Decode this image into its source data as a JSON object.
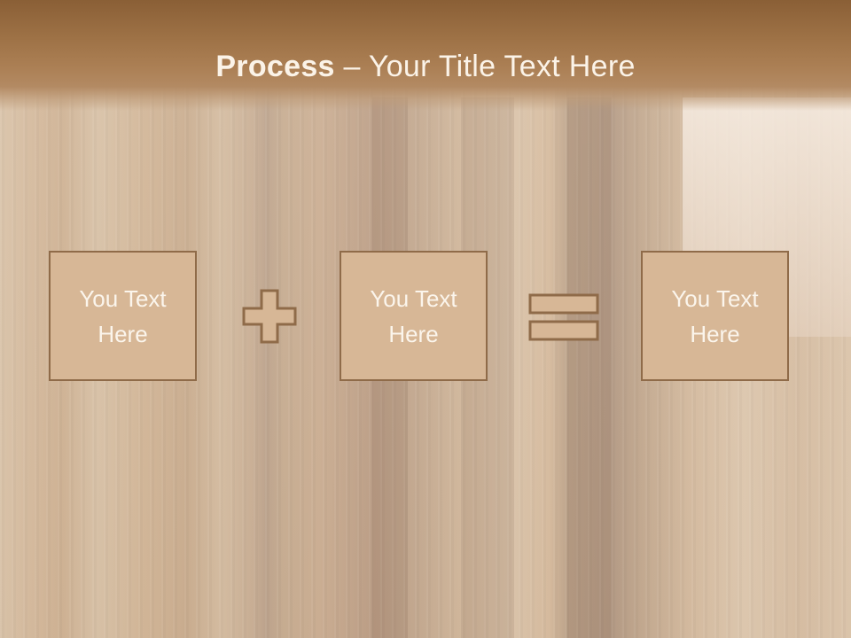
{
  "slide": {
    "title_bold": "Process",
    "title_rest": " – Your Title Text Here"
  },
  "process": {
    "boxes": [
      {
        "label": "You Text Here"
      },
      {
        "label": "You Text Here"
      },
      {
        "label": "You Text Here"
      }
    ],
    "operators": [
      "plus-icon",
      "equals-icon"
    ]
  },
  "colors": {
    "header": "#9e7246",
    "box_fill": "#d7b796",
    "box_border": "#8f6b49",
    "text": "#fbf3e8"
  }
}
